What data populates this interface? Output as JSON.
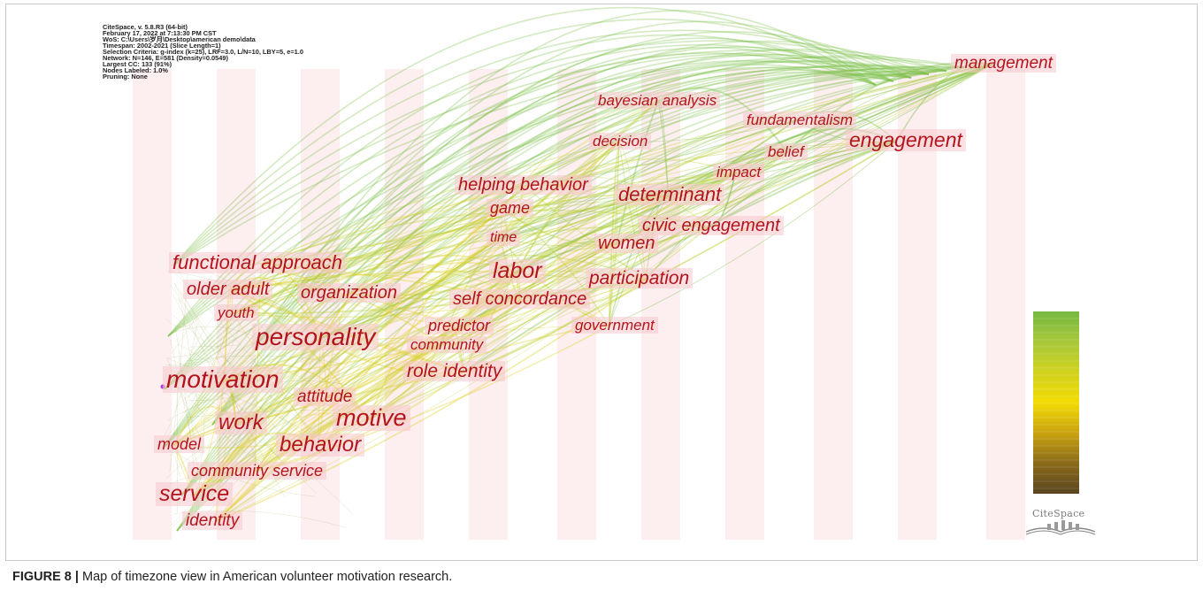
{
  "header_info": [
    "CiteSpace, v. 5.8.R3 (64-bit)",
    "February 17, 2022 at 7:13:30 PM CST",
    "WoS: C:\\Users\\岁月\\Desktop\\american demo\\data",
    "Timespan: 2002-2021 (Slice Length=1)",
    "Selection Criteria: g-index (k=25), LRF=3.0, L/N=10, LBY=5, e=1.0",
    "Network: N=146, E=581 (Density=0.0549)",
    "Largest CC: 133 (91%)",
    "Nodes Labeled: 1.0%",
    "Pruning: None"
  ],
  "keywords": [
    {
      "label": "management",
      "size": 19
    },
    {
      "label": "bayesian analysis",
      "size": 17
    },
    {
      "label": "fundamentalism",
      "size": 17
    },
    {
      "label": "decision",
      "size": 17
    },
    {
      "label": "engagement",
      "size": 23
    },
    {
      "label": "belief",
      "size": 17
    },
    {
      "label": "impact",
      "size": 17
    },
    {
      "label": "helping behavior",
      "size": 20
    },
    {
      "label": "determinant",
      "size": 22
    },
    {
      "label": "game",
      "size": 18
    },
    {
      "label": "civic engagement",
      "size": 20
    },
    {
      "label": "time",
      "size": 16
    },
    {
      "label": "women",
      "size": 20
    },
    {
      "label": "functional approach",
      "size": 22
    },
    {
      "label": "labor",
      "size": 25
    },
    {
      "label": "participation",
      "size": 21
    },
    {
      "label": "older adult",
      "size": 20
    },
    {
      "label": "organization",
      "size": 20
    },
    {
      "label": "self concordance",
      "size": 20
    },
    {
      "label": "youth",
      "size": 17
    },
    {
      "label": "predictor",
      "size": 18
    },
    {
      "label": "government",
      "size": 17
    },
    {
      "label": "personality",
      "size": 28
    },
    {
      "label": "community",
      "size": 17
    },
    {
      "label": "role identity",
      "size": 21
    },
    {
      "label": "motivation",
      "size": 28
    },
    {
      "label": "attitude",
      "size": 19
    },
    {
      "label": "motive",
      "size": 27
    },
    {
      "label": "work",
      "size": 24
    },
    {
      "label": "behavior",
      "size": 24
    },
    {
      "label": "model",
      "size": 18
    },
    {
      "label": "community service",
      "size": 18
    },
    {
      "label": "service",
      "size": 25
    },
    {
      "label": "identity",
      "size": 19
    }
  ],
  "legend": {
    "colors": [
      "#77b843",
      "#a7c83a",
      "#d0d21e",
      "#f2db05",
      "#c9a310",
      "#8a6a1a",
      "#5a4521"
    ]
  },
  "logo": {
    "text": "CiteSpace",
    "icon": "citespace-book-icon"
  },
  "caption": {
    "label": "FIGURE 8 |",
    "text": " Map of timezone view in American volunteer motivation research."
  }
}
